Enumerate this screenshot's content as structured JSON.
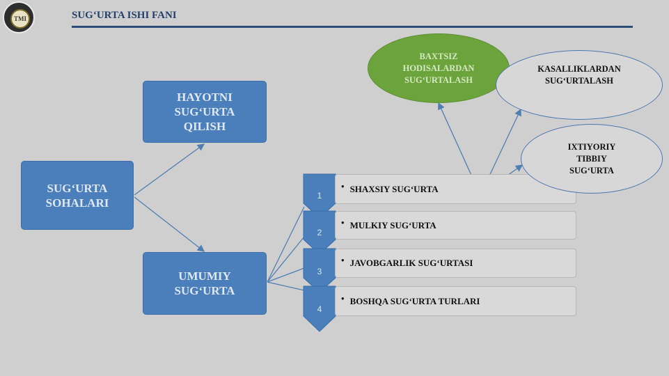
{
  "header": {
    "title": "SUG‘URTA ISHI FANI",
    "logo_text": "TMI"
  },
  "boxes": {
    "sohalari": "SUG‘URTA\nSOHALARI",
    "hayotni": "HAYOTNI\nSUG‘URTA\nQILISH",
    "umumiy": "UMUMIY\nSUG‘URTA"
  },
  "items": [
    {
      "num": "1",
      "label": "SHAXSIY SUG‘URTA"
    },
    {
      "num": "2",
      "label": "MULKIY SUG‘URTA"
    },
    {
      "num": "3",
      "label": "JAVOBGARLIK SUG‘URTASI"
    },
    {
      "num": "4",
      "label": "BOSHQA SUG‘URTA TURLARI"
    }
  ],
  "bullet": "•",
  "ellipses": {
    "baxtsiz": "BAXTSIZ\nHODISALARDAN\nSUG‘URTALASH",
    "kasallik": "KASALLIKLARDAN\nSUG‘URTALASH",
    "ixtiyoriy": "IXTIYORIY\nTIBBIY\nSUG‘URTA"
  },
  "colors": {
    "box_blue": "#4a7fbb",
    "ellipse_green": "#6ba43b",
    "title_navy": "#24406a",
    "arrow": "#4f7fb3"
  }
}
